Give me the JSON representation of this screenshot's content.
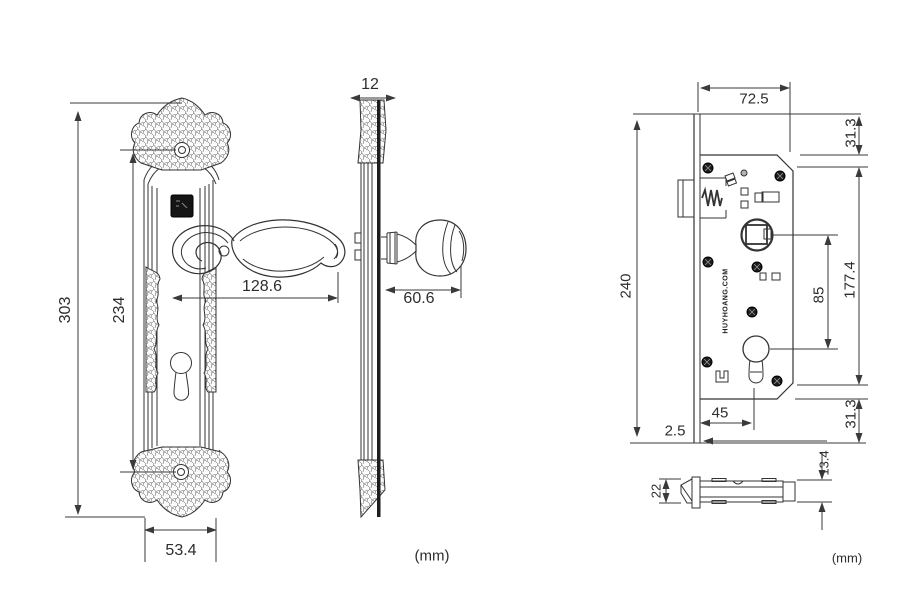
{
  "drawing": {
    "type": "door-handle-and-mortise-lock-technical-drawing",
    "unit_left": "(mm)",
    "unit_right": "(mm)",
    "front_view": {
      "total_height": "303",
      "screw_spacing": "234",
      "handle_length": "128.6",
      "plate_width": "53.4"
    },
    "side_view": {
      "plate_thickness": "12",
      "handle_projection": "60.6"
    },
    "lock_body": {
      "body_width": "72.5",
      "top_offset": "31.3",
      "total_height": "240",
      "hub_to_cylinder": "85",
      "body_height": "177.4",
      "backset": "45",
      "faceplate_thickness": "2.5",
      "bottom_offset": "31.3",
      "brand_text": "HUYHOANG.COM"
    },
    "latch_piece": {
      "bolt_height": "13.4",
      "face_height": "22"
    },
    "colors": {
      "line": "#333333",
      "dimension": "#3a3a3a",
      "text": "#2d2d2d"
    }
  }
}
